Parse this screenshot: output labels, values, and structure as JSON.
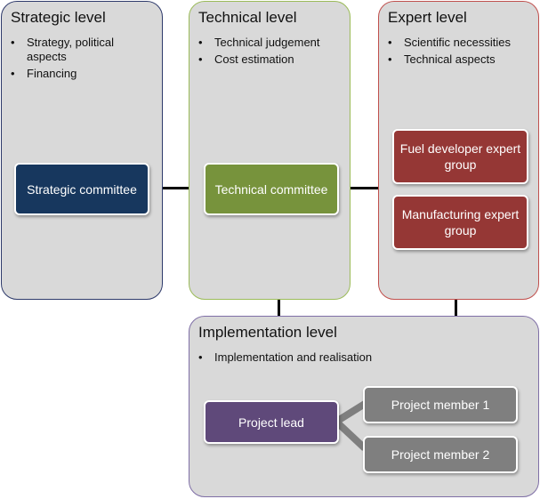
{
  "strategic": {
    "title": "Strategic level",
    "bullets": [
      "Strategy, political aspects",
      "Financing"
    ],
    "committee": "Strategic committee"
  },
  "technical": {
    "title": "Technical level",
    "bullets": [
      "Technical judgement",
      "Cost estimation"
    ],
    "committee": "Technical committee"
  },
  "expert": {
    "title": "Expert level",
    "bullets": [
      "Scientific necessities",
      "Technical aspects"
    ],
    "groups": [
      "Fuel developer expert group",
      "Manufacturing expert group"
    ]
  },
  "implementation": {
    "title": "Implementation level",
    "bullets": [
      "Implementation and realisation"
    ],
    "lead": "Project lead",
    "members": [
      "Project member 1",
      "Project member 2"
    ]
  },
  "colors": {
    "strategic_border": "#2e3a6b",
    "technical_border": "#9bbb59",
    "expert_border": "#c0504d",
    "implementation_border": "#7f6fa6",
    "strategic_fill": "#17375e",
    "technical_fill": "#77933c",
    "expert_fill": "#953735",
    "lead_fill": "#5f497a",
    "member_fill": "#7f7f7f"
  }
}
